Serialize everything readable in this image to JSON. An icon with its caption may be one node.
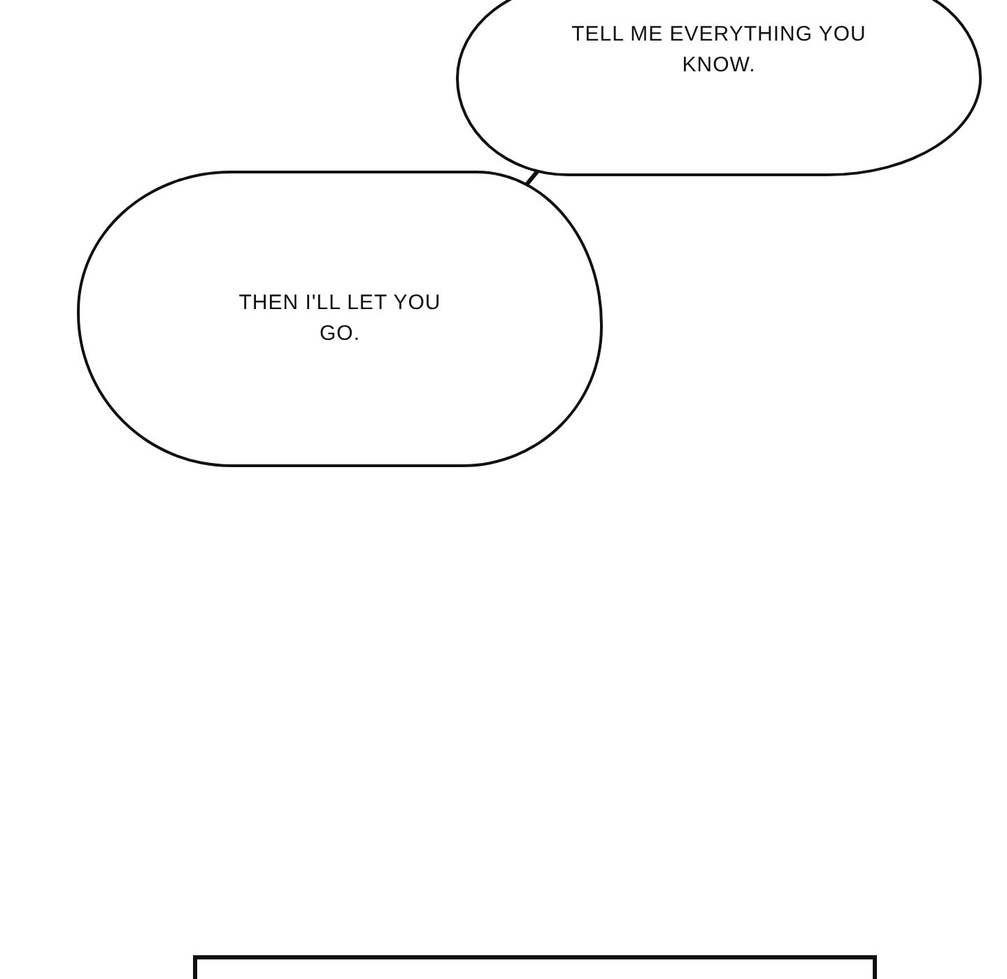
{
  "diagram": {
    "nodes": [
      {
        "text": [
          "TELL ME EVERYTHING YOU KNOW."
        ]
      },
      {
        "text": [
          "THEN I'LL LET YOU GO."
        ]
      }
    ],
    "edges": [
      {
        "from": 1,
        "to": 0,
        "arrow": "none"
      }
    ]
  }
}
